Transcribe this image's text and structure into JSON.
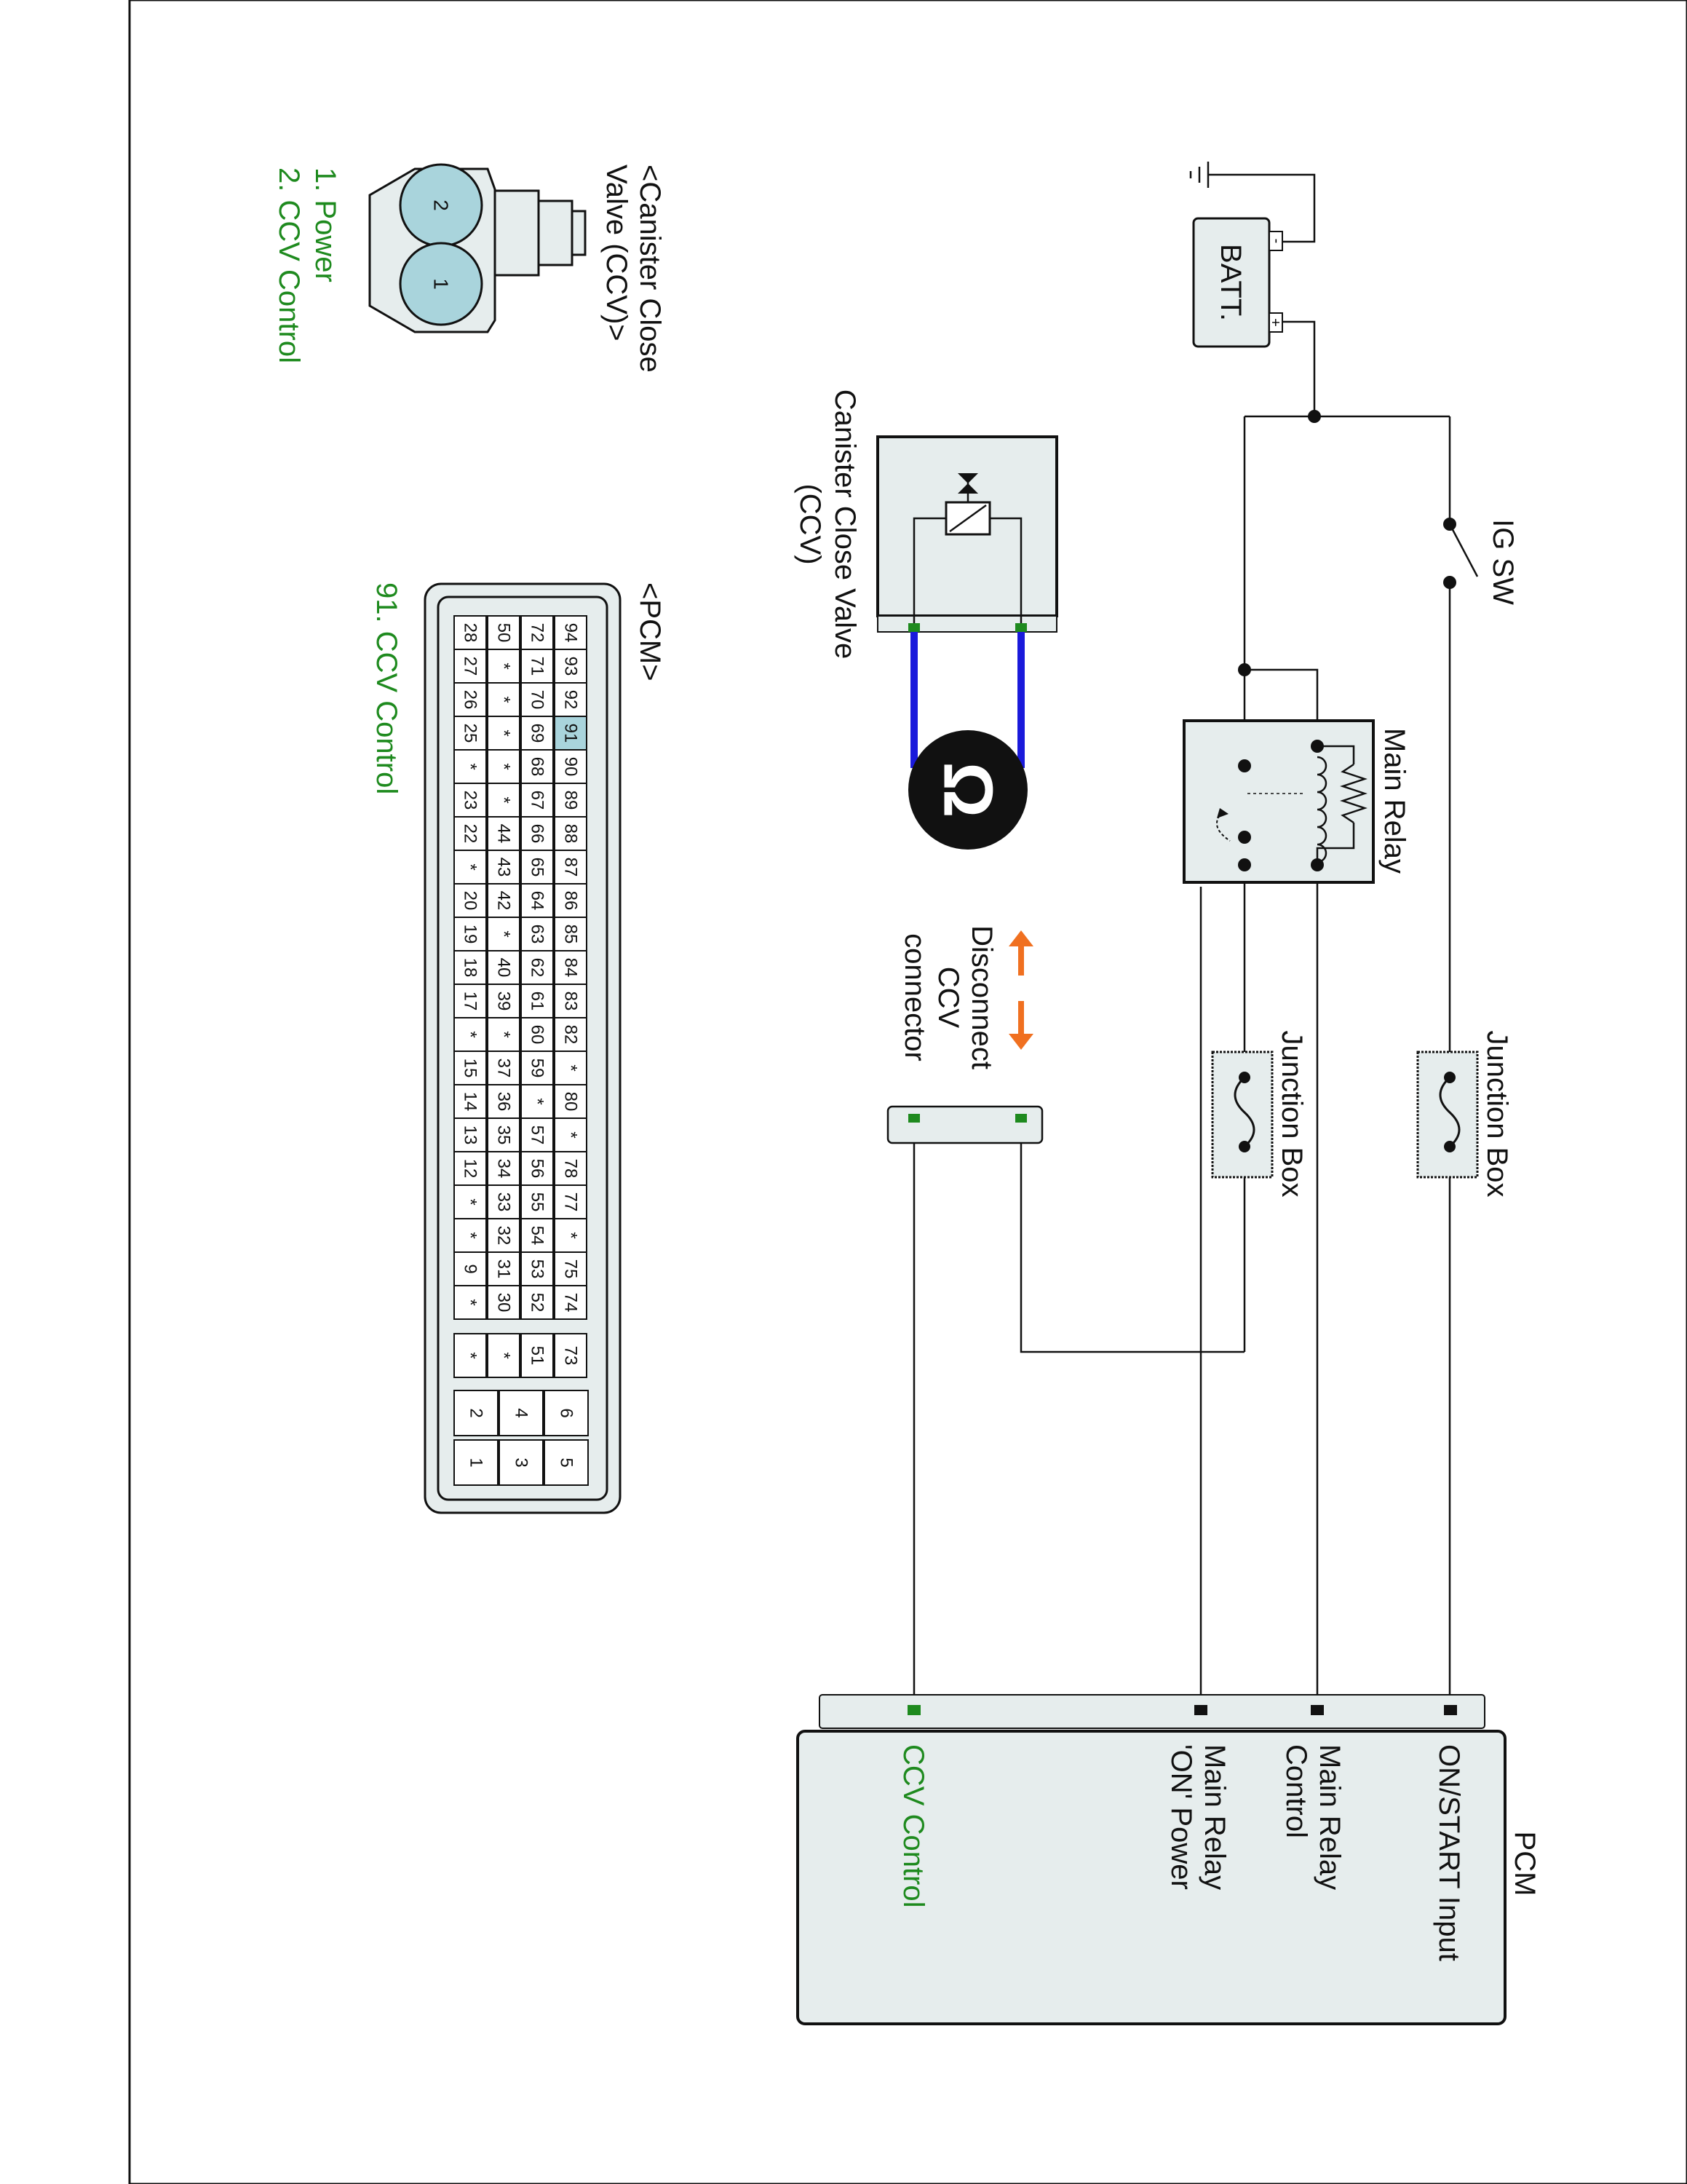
{
  "diagram": {
    "battery": "BATT.",
    "battery_plus": "+",
    "battery_minus": "-",
    "ig_switch": "IG SW",
    "junction_box_1": "Junction Box",
    "junction_box_2": "Junction Box",
    "main_relay": "Main Relay",
    "ccv_component": [
      "Canister Close Valve",
      "(CCV)"
    ],
    "disconnect_note": [
      "Disconnect",
      "CCV",
      "connector"
    ],
    "ohm_symbol": "Ω",
    "pcm": {
      "title": "PCM",
      "pins": [
        {
          "label": [
            "ON/START Input"
          ],
          "color": "#111111"
        },
        {
          "label": [
            "Main Relay",
            "Control"
          ],
          "color": "#111111"
        },
        {
          "label": [
            "Main Relay",
            "'ON' Power"
          ],
          "color": "#111111"
        },
        {
          "label": [
            "CCV Control"
          ],
          "color": "#1e8a1e"
        }
      ]
    },
    "ccv_connector": {
      "title": [
        "<Canister Close",
        "Valve (CCV)>"
      ],
      "pin_numbers": [
        "2",
        "1"
      ],
      "pins": [
        "1. Power",
        "2. CCV Control"
      ]
    },
    "pcm_connector": {
      "title": "<PCM>",
      "highlight": "91",
      "note": "91. CCV Control",
      "rows": [
        [
          "94",
          "93",
          "92",
          "91",
          "90",
          "89",
          "88",
          "87",
          "86",
          "85",
          "84",
          "83",
          "82",
          "*",
          "80",
          "*",
          "78",
          "77",
          "*",
          "75",
          "74"
        ],
        [
          "72",
          "71",
          "70",
          "69",
          "68",
          "67",
          "66",
          "65",
          "64",
          "63",
          "62",
          "61",
          "60",
          "59",
          "*",
          "57",
          "56",
          "55",
          "54",
          "53",
          "52"
        ],
        [
          "50",
          "*",
          "*",
          "*",
          "*",
          "*",
          "44",
          "43",
          "42",
          "*",
          "40",
          "39",
          "*",
          "37",
          "36",
          "35",
          "34",
          "33",
          "32",
          "31",
          "30"
        ],
        [
          "28",
          "27",
          "26",
          "25",
          "*",
          "23",
          "22",
          "*",
          "20",
          "19",
          "18",
          "17",
          "*",
          "15",
          "14",
          "13",
          "12",
          "*",
          "*",
          "9",
          "*"
        ]
      ],
      "small_block": [
        "73",
        "51",
        "*",
        "*"
      ],
      "big_block": [
        [
          "6",
          "5"
        ],
        [
          "4",
          "3"
        ],
        [
          "2",
          "1"
        ]
      ]
    },
    "colors": {
      "wire": "#111111",
      "measurement_leads": "#1a1adb",
      "green_text": "#1e8a1e",
      "terminal_green": "#1e8a1e",
      "arrow_orange": "#f07020",
      "connector_fill": "#e6eded",
      "pin_fill": "#a9d4dc",
      "highlight_cell": "#a9d4dc"
    }
  }
}
